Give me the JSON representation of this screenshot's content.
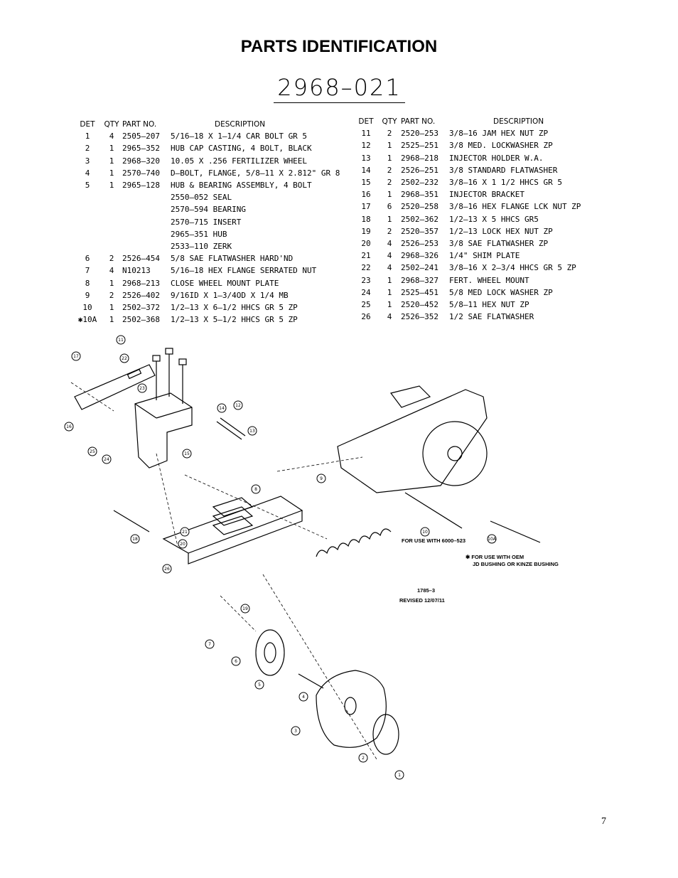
{
  "page": {
    "title": "PARTS IDENTIFICATION",
    "model_number": "2968–021",
    "page_number": "7"
  },
  "table_headers": {
    "det": "DET",
    "qty": "QTY",
    "part_no": "PART NO.",
    "description": "DESCRIPTION"
  },
  "parts_left": [
    {
      "det": "1",
      "qty": "4",
      "part_no": "2505–207",
      "description": "5/16–18 X 1–1/4 CAR BOLT GR 5"
    },
    {
      "det": "2",
      "qty": "1",
      "part_no": "2965–352",
      "description": "HUB CAP CASTING, 4 BOLT, BLACK"
    },
    {
      "det": "3",
      "qty": "1",
      "part_no": "2968–320",
      "description": "10.05 X .256 FERTILIZER WHEEL"
    },
    {
      "det": "4",
      "qty": "1",
      "part_no": "2570–740",
      "description": "D–BOLT, FLANGE, 5/8–11 X 2.812\" GR 8"
    },
    {
      "det": "5",
      "qty": "1",
      "part_no": "2965–128",
      "description": "HUB & BEARING ASSEMBLY, 4 BOLT"
    },
    {
      "det": "",
      "qty": "",
      "part_no": "",
      "description": "2550–052  SEAL"
    },
    {
      "det": "",
      "qty": "",
      "part_no": "",
      "description": "2570–594  BEARING"
    },
    {
      "det": "",
      "qty": "",
      "part_no": "",
      "description": "2570–715  INSERT"
    },
    {
      "det": "",
      "qty": "",
      "part_no": "",
      "description": "2965–351  HUB"
    },
    {
      "det": "",
      "qty": "",
      "part_no": "",
      "description": "2533–110  ZERK"
    },
    {
      "det": "6",
      "qty": "2",
      "part_no": "2526–454",
      "description": "5/8 SAE FLATWASHER HARD'ND"
    },
    {
      "det": "7",
      "qty": "4",
      "part_no": "N10213",
      "description": "5/16–18 HEX FLANGE SERRATED NUT"
    },
    {
      "det": "8",
      "qty": "1",
      "part_no": "2968–213",
      "description": "CLOSE WHEEL MOUNT PLATE"
    },
    {
      "det": "9",
      "qty": "2",
      "part_no": "2526–402",
      "description": "9/16ID X 1–3/4OD X 1/4 MB"
    },
    {
      "det": "10",
      "qty": "1",
      "part_no": "2502–372",
      "description": "1/2–13 X 6–1/2 HHCS GR 5 ZP"
    },
    {
      "det": "✱10A",
      "qty": "1",
      "part_no": "2502–368",
      "description": "1/2–13 X 5–1/2 HHCS GR 5 ZP"
    }
  ],
  "parts_right": [
    {
      "det": "11",
      "qty": "2",
      "part_no": "2520–253",
      "description": "3/8–16 JAM HEX NUT ZP"
    },
    {
      "det": "12",
      "qty": "1",
      "part_no": "2525–251",
      "description": "3/8 MED. LOCKWASHER ZP"
    },
    {
      "det": "13",
      "qty": "1",
      "part_no": "2968–218",
      "description": "INJECTOR HOLDER W.A."
    },
    {
      "det": "14",
      "qty": "2",
      "part_no": "2526–251",
      "description": "3/8 STANDARD FLATWASHER"
    },
    {
      "det": "15",
      "qty": "2",
      "part_no": "2502–232",
      "description": "3/8–16 X 1 1/2 HHCS GR 5"
    },
    {
      "det": "16",
      "qty": "1",
      "part_no": "2968–351",
      "description": "INJECTOR BRACKET"
    },
    {
      "det": "17",
      "qty": "6",
      "part_no": "2520–258",
      "description": "3/8–16 HEX FLANGE LCK NUT ZP"
    },
    {
      "det": "18",
      "qty": "1",
      "part_no": "2502–362",
      "description": "1/2–13 X 5 HHCS GR5"
    },
    {
      "det": "19",
      "qty": "2",
      "part_no": "2520–357",
      "description": "1/2–13 LOCK HEX NUT ZP"
    },
    {
      "det": "20",
      "qty": "4",
      "part_no": "2526–253",
      "description": "3/8 SAE FLATWASHER ZP"
    },
    {
      "det": "21",
      "qty": "4",
      "part_no": "2968–326",
      "description": "1/4\" SHIM PLATE"
    },
    {
      "det": "22",
      "qty": "4",
      "part_no": "2502–241",
      "description": "3/8–16 X 2–3/4 HHCS GR 5 ZP"
    },
    {
      "det": "23",
      "qty": "1",
      "part_no": "2968–327",
      "description": "FERT. WHEEL MOUNT"
    },
    {
      "det": "24",
      "qty": "1",
      "part_no": "2525–451",
      "description": "5/8 MED LOCK WASHER ZP"
    },
    {
      "det": "25",
      "qty": "1",
      "part_no": "2520–452",
      "description": "5/8–11 HEX NUT ZP"
    },
    {
      "det": "26",
      "qty": "4",
      "part_no": "2526–352",
      "description": "1/2 SAE FLATWASHER"
    }
  ],
  "diagram": {
    "callouts": [
      "1",
      "2",
      "3",
      "4",
      "5",
      "6",
      "7",
      "8",
      "9",
      "10",
      "10A",
      "11",
      "12",
      "13",
      "14",
      "15",
      "16",
      "17",
      "18",
      "19",
      "20",
      "21",
      "22",
      "23",
      "24",
      "25",
      "26"
    ],
    "note_6000": "FOR USE WITH 6000–523",
    "note_oem_1": "✱ FOR USE WITH OEM",
    "note_oem_2": "JD BUSHING OR KINZE BUSHING",
    "drawing_number": "1785–3",
    "revised": "REVISED 12/07/11"
  }
}
